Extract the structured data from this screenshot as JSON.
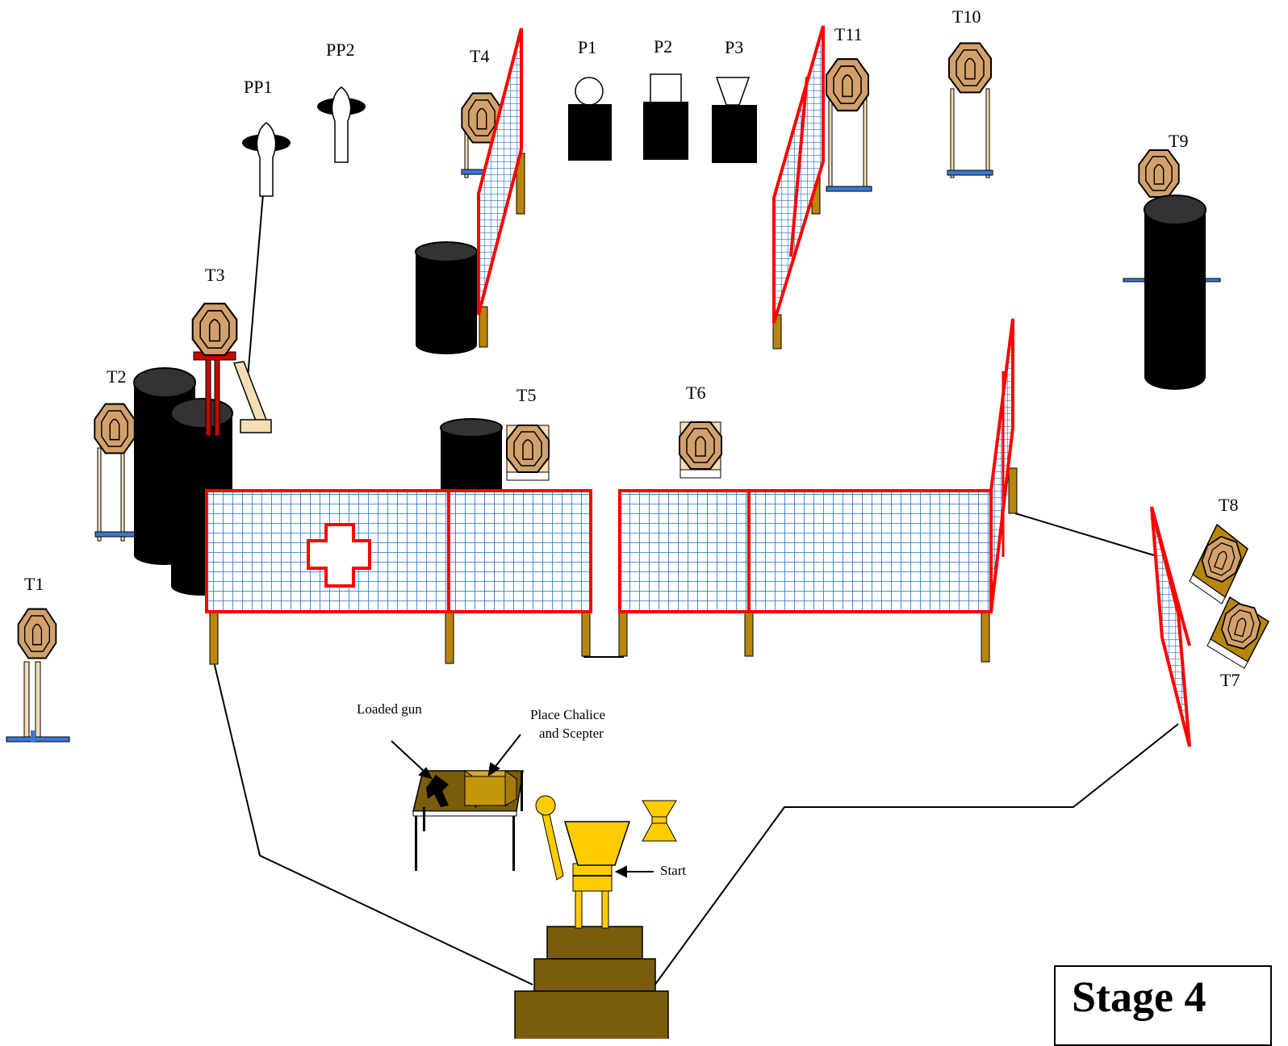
{
  "stage_title": "Stage 4",
  "targets": {
    "t1": "T1",
    "t2": "T2",
    "t3": "T3",
    "t4": "T4",
    "t5": "T5",
    "t6": "T6",
    "t7": "T7",
    "t8": "T8",
    "t9": "T9",
    "t10": "T10",
    "t11": "T11"
  },
  "poppers": {
    "pp1": "PP1",
    "pp2": "PP2"
  },
  "plates": {
    "p1": "P1",
    "p2": "P2",
    "p3": "P3"
  },
  "annotations": {
    "loaded_gun": "Loaded gun",
    "place_line1": "Place Chalice",
    "place_line2": "and Scepter",
    "start": "Start"
  },
  "colors": {
    "wall_border": "#ff0000",
    "wall_grid": "#1f6fd0",
    "target_fill": "#d2a06b",
    "barrel": "#000000",
    "post": "#b8860b",
    "platform": "#7a5c0a",
    "throne": "#ffcc00"
  }
}
